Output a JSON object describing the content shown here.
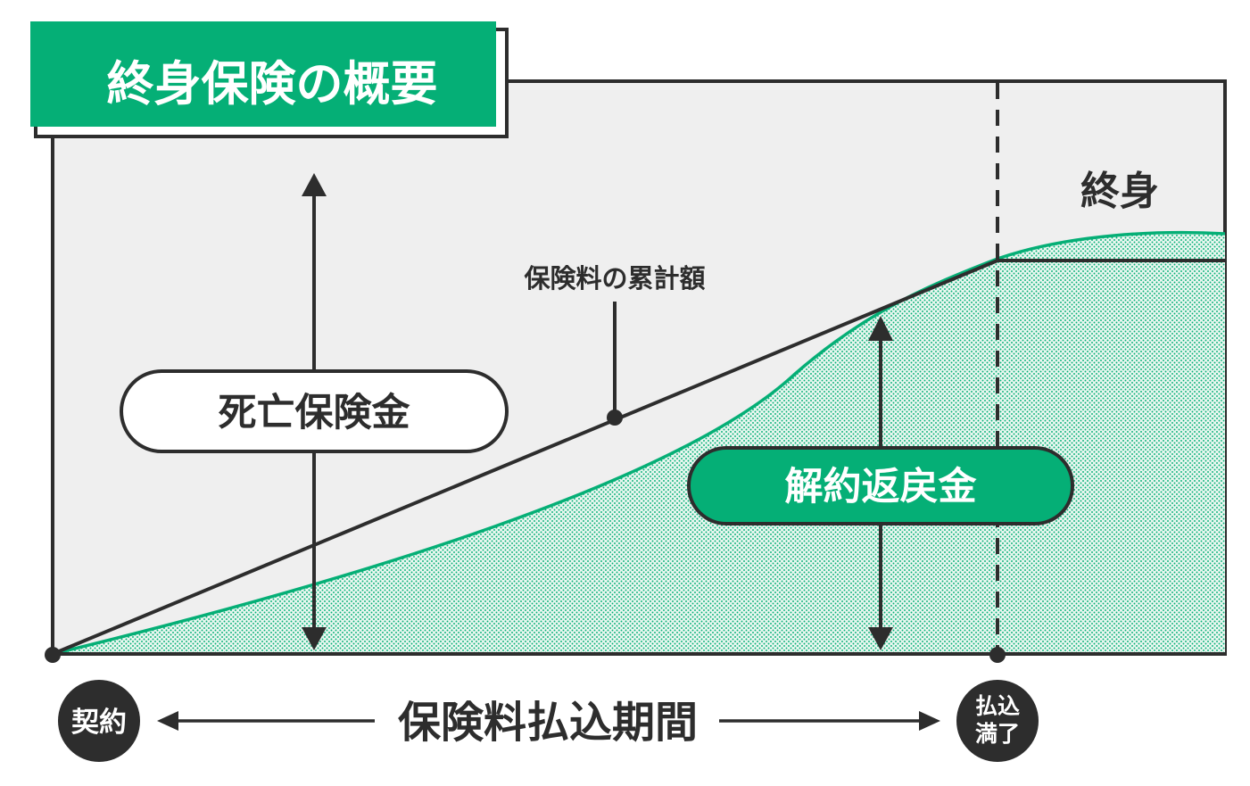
{
  "title": "終身保険の概要",
  "labels": {
    "lifetime": "終身",
    "cumulative_premium": "保険料の累計額",
    "death_benefit": "死亡保険金",
    "surrender_value": "解約返戻金",
    "premium_period": "保険料払込期間",
    "contract": "契約",
    "payment_complete_line1": "払込",
    "payment_complete_line2": "満了"
  },
  "colors": {
    "accent_green": "#05af76",
    "dark": "#2d2d2d",
    "panel_bg": "#efefef",
    "white": "#ffffff"
  }
}
